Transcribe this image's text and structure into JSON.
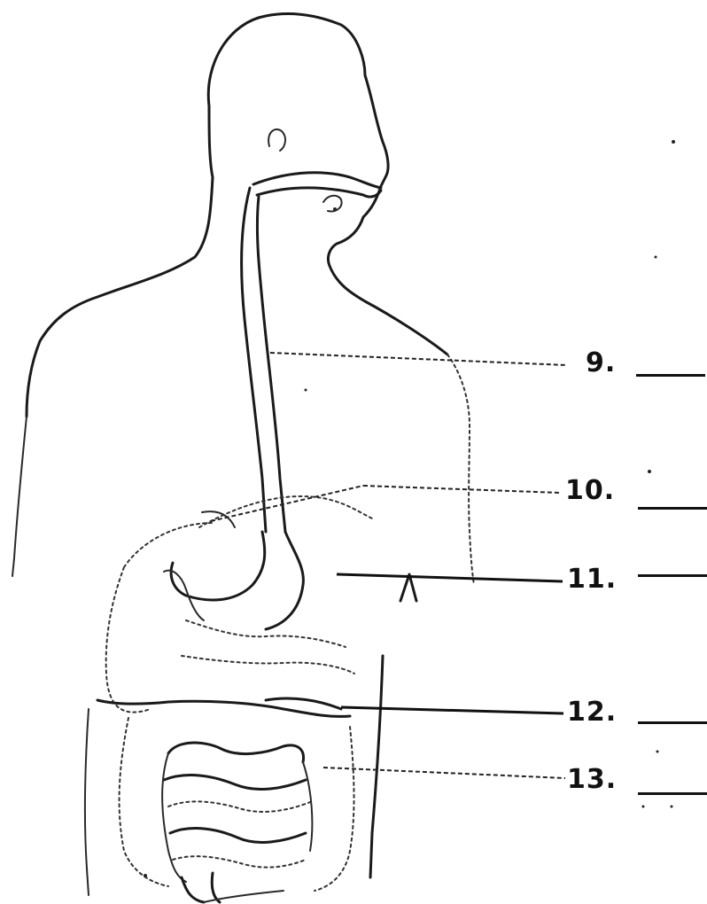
{
  "labels": [
    {
      "id": "9",
      "text": "9."
    },
    {
      "id": "10",
      "text": "10."
    },
    {
      "id": "11",
      "text": "11."
    },
    {
      "id": "12",
      "text": "12."
    },
    {
      "id": "13",
      "text": "13."
    }
  ]
}
